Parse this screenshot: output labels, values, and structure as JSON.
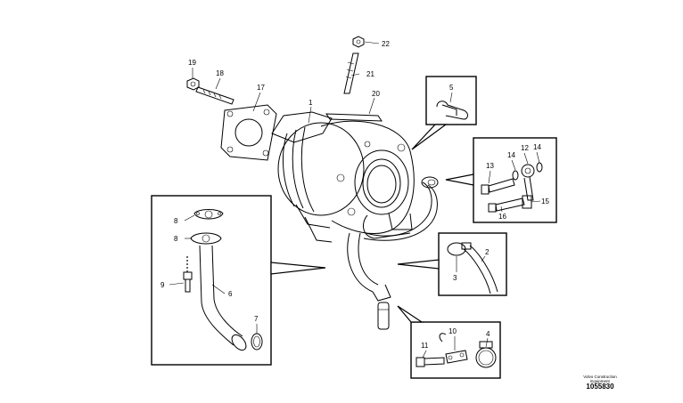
{
  "callouts": {
    "c1": "1",
    "c2": "2",
    "c3": "3",
    "c4": "4",
    "c5": "5",
    "c6": "6",
    "c7": "7",
    "c8": "8",
    "c9": "9",
    "c10": "10",
    "c11": "11",
    "c12": "12",
    "c13": "13",
    "c14a": "14",
    "c14b": "14",
    "c15": "15",
    "c16": "16",
    "c17": "17",
    "c18": "18",
    "c19": "19",
    "c20": "20",
    "c21": "21",
    "c22": "22"
  },
  "footer": {
    "brand_line1": "Volvo Construction",
    "brand_line2": "Equipment",
    "drawing_number": "1055830"
  }
}
